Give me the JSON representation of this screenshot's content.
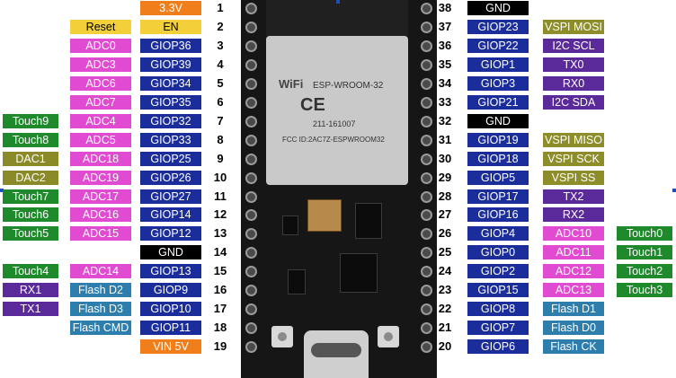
{
  "left_pins": [
    {
      "num": "1",
      "labels": [
        {
          "text": "3.3V",
          "kind": "power"
        }
      ]
    },
    {
      "num": "2",
      "labels": [
        {
          "text": "Reset",
          "kind": "reset"
        },
        {
          "text": "EN",
          "kind": "reset"
        }
      ]
    },
    {
      "num": "3",
      "labels": [
        {
          "text": "ADC0",
          "kind": "adc"
        },
        {
          "text": "GIOP36",
          "kind": "gpio"
        }
      ]
    },
    {
      "num": "4",
      "labels": [
        {
          "text": "ADC3",
          "kind": "adc"
        },
        {
          "text": "GIOP39",
          "kind": "gpio"
        }
      ]
    },
    {
      "num": "5",
      "labels": [
        {
          "text": "ADC6",
          "kind": "adc"
        },
        {
          "text": "GIOP34",
          "kind": "gpio"
        }
      ]
    },
    {
      "num": "6",
      "labels": [
        {
          "text": "ADC7",
          "kind": "adc"
        },
        {
          "text": "GIOP35",
          "kind": "gpio"
        }
      ]
    },
    {
      "num": "7",
      "labels": [
        {
          "text": "Touch9",
          "kind": "touch"
        },
        {
          "text": "ADC4",
          "kind": "adc"
        },
        {
          "text": "GIOP32",
          "kind": "gpio"
        }
      ]
    },
    {
      "num": "8",
      "labels": [
        {
          "text": "Touch8",
          "kind": "touch"
        },
        {
          "text": "ADC5",
          "kind": "adc"
        },
        {
          "text": "GIOP33",
          "kind": "gpio"
        }
      ]
    },
    {
      "num": "9",
      "labels": [
        {
          "text": "DAC1",
          "kind": "dac"
        },
        {
          "text": "ADC18",
          "kind": "adc"
        },
        {
          "text": "GIOP25",
          "kind": "gpio"
        }
      ]
    },
    {
      "num": "10",
      "labels": [
        {
          "text": "DAC2",
          "kind": "dac"
        },
        {
          "text": "ADC19",
          "kind": "adc"
        },
        {
          "text": "GIOP26",
          "kind": "gpio"
        }
      ]
    },
    {
      "num": "11",
      "labels": [
        {
          "text": "Touch7",
          "kind": "touch"
        },
        {
          "text": "ADC17",
          "kind": "adc"
        },
        {
          "text": "GIOP27",
          "kind": "gpio"
        }
      ]
    },
    {
      "num": "12",
      "labels": [
        {
          "text": "Touch6",
          "kind": "touch"
        },
        {
          "text": "ADC16",
          "kind": "adc"
        },
        {
          "text": "GIOP14",
          "kind": "gpio"
        }
      ]
    },
    {
      "num": "13",
      "labels": [
        {
          "text": "Touch5",
          "kind": "touch"
        },
        {
          "text": "ADC15",
          "kind": "adc"
        },
        {
          "text": "GIOP12",
          "kind": "gpio"
        }
      ]
    },
    {
      "num": "14",
      "labels": [
        {
          "text": "GND",
          "kind": "gnd"
        }
      ]
    },
    {
      "num": "15",
      "labels": [
        {
          "text": "Touch4",
          "kind": "touch"
        },
        {
          "text": "ADC14",
          "kind": "adc"
        },
        {
          "text": "GIOP13",
          "kind": "gpio"
        }
      ]
    },
    {
      "num": "16",
      "labels": [
        {
          "text": "RX1",
          "kind": "serial"
        },
        {
          "text": "Flash D2",
          "kind": "flash"
        },
        {
          "text": "GIOP9",
          "kind": "gpio"
        }
      ]
    },
    {
      "num": "17",
      "labels": [
        {
          "text": "TX1",
          "kind": "serial"
        },
        {
          "text": "Flash D3",
          "kind": "flash"
        },
        {
          "text": "GIOP10",
          "kind": "gpio"
        }
      ]
    },
    {
      "num": "18",
      "labels": [
        {
          "text": "Flash CMD",
          "kind": "flash"
        },
        {
          "text": "GIOP11",
          "kind": "gpio"
        }
      ]
    },
    {
      "num": "19",
      "labels": [
        {
          "text": "VIN 5V",
          "kind": "power"
        }
      ]
    }
  ],
  "right_pins": [
    {
      "num": "38",
      "labels": [
        {
          "text": "GND",
          "kind": "gnd"
        }
      ]
    },
    {
      "num": "37",
      "labels": [
        {
          "text": "GIOP23",
          "kind": "gpio"
        },
        {
          "text": "VSPI MOSI",
          "kind": "spi"
        }
      ]
    },
    {
      "num": "36",
      "labels": [
        {
          "text": "GIOP22",
          "kind": "gpio"
        },
        {
          "text": "I2C SCL",
          "kind": "i2c"
        }
      ]
    },
    {
      "num": "35",
      "labels": [
        {
          "text": "GIOP1",
          "kind": "gpio"
        },
        {
          "text": "TX0",
          "kind": "serial"
        }
      ]
    },
    {
      "num": "34",
      "labels": [
        {
          "text": "GIOP3",
          "kind": "gpio"
        },
        {
          "text": "RX0",
          "kind": "serial"
        }
      ]
    },
    {
      "num": "33",
      "labels": [
        {
          "text": "GIOP21",
          "kind": "gpio"
        },
        {
          "text": "I2C SDA",
          "kind": "i2c"
        }
      ]
    },
    {
      "num": "32",
      "labels": [
        {
          "text": "GND",
          "kind": "gnd"
        }
      ]
    },
    {
      "num": "31",
      "labels": [
        {
          "text": "GIOP19",
          "kind": "gpio"
        },
        {
          "text": "VSPI MISO",
          "kind": "spi"
        }
      ]
    },
    {
      "num": "30",
      "labels": [
        {
          "text": "GIOP18",
          "kind": "gpio"
        },
        {
          "text": "VSPI SCK",
          "kind": "spi"
        }
      ]
    },
    {
      "num": "29",
      "labels": [
        {
          "text": "GIOP5",
          "kind": "gpio"
        },
        {
          "text": "VSPI SS",
          "kind": "spi"
        }
      ]
    },
    {
      "num": "28",
      "labels": [
        {
          "text": "GIOP17",
          "kind": "gpio"
        },
        {
          "text": "TX2",
          "kind": "serial"
        }
      ]
    },
    {
      "num": "27",
      "labels": [
        {
          "text": "GIOP16",
          "kind": "gpio"
        },
        {
          "text": "RX2",
          "kind": "serial"
        }
      ]
    },
    {
      "num": "26",
      "labels": [
        {
          "text": "GIOP4",
          "kind": "gpio"
        },
        {
          "text": "ADC10",
          "kind": "adc"
        },
        {
          "text": "Touch0",
          "kind": "touch"
        }
      ]
    },
    {
      "num": "25",
      "labels": [
        {
          "text": "GIOP0",
          "kind": "gpio"
        },
        {
          "text": "ADC11",
          "kind": "adc"
        },
        {
          "text": "Touch1",
          "kind": "touch"
        }
      ]
    },
    {
      "num": "24",
      "labels": [
        {
          "text": "GIOP2",
          "kind": "gpio"
        },
        {
          "text": "ADC12",
          "kind": "adc"
        },
        {
          "text": "Touch2",
          "kind": "touch"
        }
      ]
    },
    {
      "num": "23",
      "labels": [
        {
          "text": "GIOP15",
          "kind": "gpio"
        },
        {
          "text": "ADC13",
          "kind": "adc"
        },
        {
          "text": "Touch3",
          "kind": "touch"
        }
      ]
    },
    {
      "num": "22",
      "labels": [
        {
          "text": "GIOP8",
          "kind": "gpio"
        },
        {
          "text": "Flash D1",
          "kind": "flash"
        }
      ]
    },
    {
      "num": "21",
      "labels": [
        {
          "text": "GIOP7",
          "kind": "gpio"
        },
        {
          "text": "Flash D0",
          "kind": "flash"
        }
      ]
    },
    {
      "num": "20",
      "labels": [
        {
          "text": "GIOP6",
          "kind": "gpio"
        },
        {
          "text": "Flash CK",
          "kind": "flash"
        }
      ]
    }
  ],
  "module": {
    "brand": "WiFi",
    "model": "ESP-WROOM-32",
    "ce_mark": "CE",
    "cert": "211-161007",
    "fcc": "FCC ID:2AC7Z-ESPWROOM32"
  },
  "colors": {
    "power": "#f07e1b",
    "reset": "#f3cf3a",
    "adc": "#e04bd1",
    "gpio": "#1a2d9a",
    "touch": "#1f8a2c",
    "dac": "#8a8a28",
    "gnd": "#000000",
    "serial": "#5a2a9a",
    "flash": "#2d7dad",
    "spi": "#8d8d2a",
    "i2c": "#5a2a9a"
  }
}
